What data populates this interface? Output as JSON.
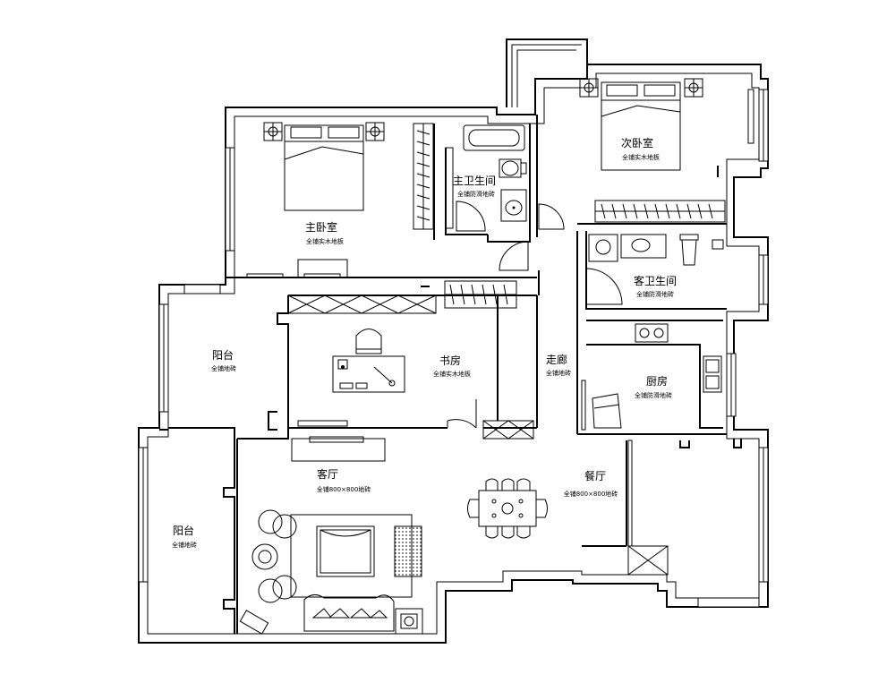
{
  "rooms": {
    "master_bedroom": {
      "name": "主卧室",
      "floor": "全铺实木地板"
    },
    "master_bath": {
      "name": "主卫生间",
      "floor": "全铺防滑地砖"
    },
    "second_bedroom": {
      "name": "次卧室",
      "floor": "全铺实木地板"
    },
    "guest_bath": {
      "name": "客卫生间",
      "floor": "全铺防滑地砖"
    },
    "balcony_top": {
      "name": "阳台",
      "floor": "全铺地砖"
    },
    "study": {
      "name": "书房",
      "floor": "全铺实木地板"
    },
    "corridor": {
      "name": "走廊",
      "floor": "全铺地砖"
    },
    "kitchen": {
      "name": "厨房",
      "floor": "全铺防滑地砖"
    },
    "living_room": {
      "name": "客厅",
      "floor": "全铺800×800地砖"
    },
    "dining_room": {
      "name": "餐厅",
      "floor": "全铺800×800地砖"
    },
    "balcony_bottom": {
      "name": "阳台",
      "floor": "全铺地砖"
    }
  }
}
